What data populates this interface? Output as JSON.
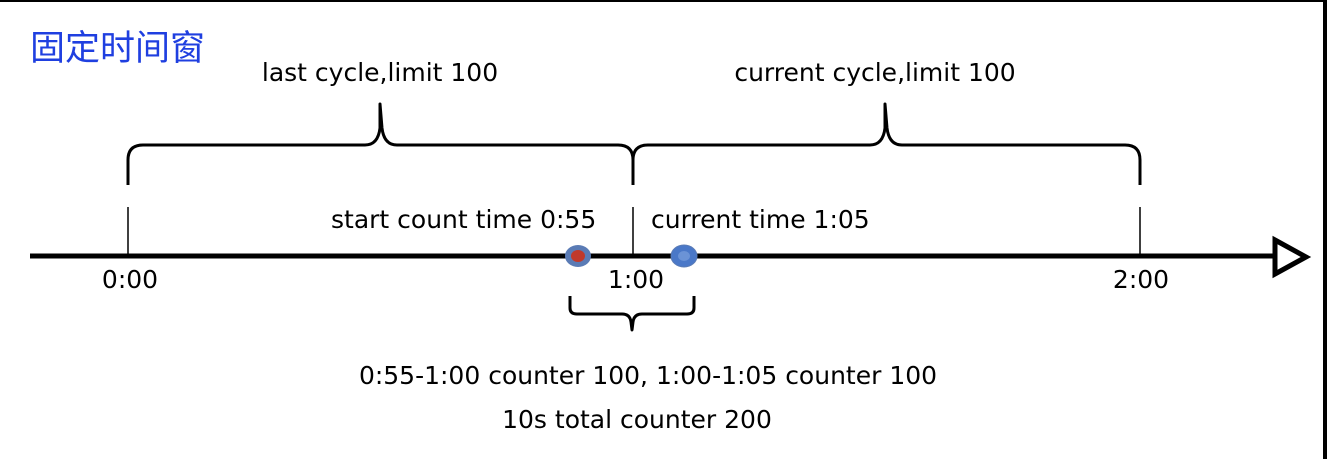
{
  "title": {
    "text": "固定时间窗",
    "color": "#1f3fe0"
  },
  "cycles": {
    "last": "last cycle,limit 100",
    "current": "current cycle,limit 100"
  },
  "timeline": {
    "ticks": [
      "0:00",
      "1:00",
      "2:00"
    ],
    "start_label": "start count time 0:55",
    "current_label": "current time 1:05"
  },
  "points": {
    "start_marker_color": "#c0392b",
    "current_marker_color": "#4a78c8",
    "marker_ring_color": "#5a7bb5"
  },
  "summary": {
    "line1": "0:55-1:00 counter 100, 1:00-1:05 counter 100",
    "line2": "10s total counter 200"
  }
}
